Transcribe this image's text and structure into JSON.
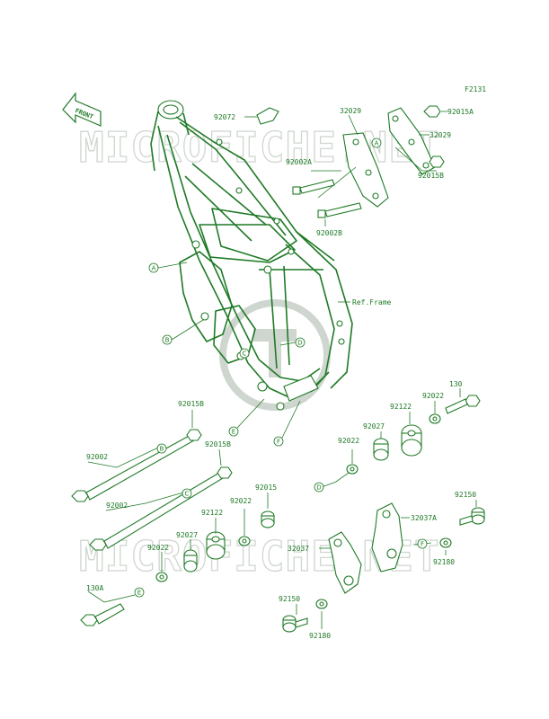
{
  "diagram_id": "F2131",
  "direction_arrow": "FRONT",
  "watermark": "MICROFICHE.NET",
  "colors": {
    "line": "#1f7a26",
    "watermark": "#cfd6cf",
    "background": "#ffffff"
  },
  "callouts": {
    "p92072": "92072",
    "p32029a": "32029",
    "p32029b": "32029",
    "p92015A": "92015A",
    "p92002A": "92002A",
    "p92015B_top": "92015B",
    "p92002B": "92002B",
    "ref_frame": "Ref.Frame",
    "p92015B_1": "92015B",
    "p92002_1": "92002",
    "p92015B_2": "92015B",
    "p92002_2": "92002",
    "p92015": "92015",
    "p92022_m": "92022",
    "p92122_m": "92122",
    "p92027_m": "92027",
    "p92022_l": "92022",
    "p130A": "130A",
    "p130": "130",
    "p92022_r": "92022",
    "p92122_r": "92122",
    "p92027_r": "92027",
    "p92022_r2": "92022",
    "p92150_r": "92150",
    "p32037A": "32037A",
    "p32037": "32037",
    "p92180_r": "92180",
    "p92150_l": "92150",
    "p92180_l": "92180"
  },
  "bubbles": {
    "A": "A",
    "B": "B",
    "C": "C",
    "D": "D",
    "E": "E",
    "F": "F"
  }
}
